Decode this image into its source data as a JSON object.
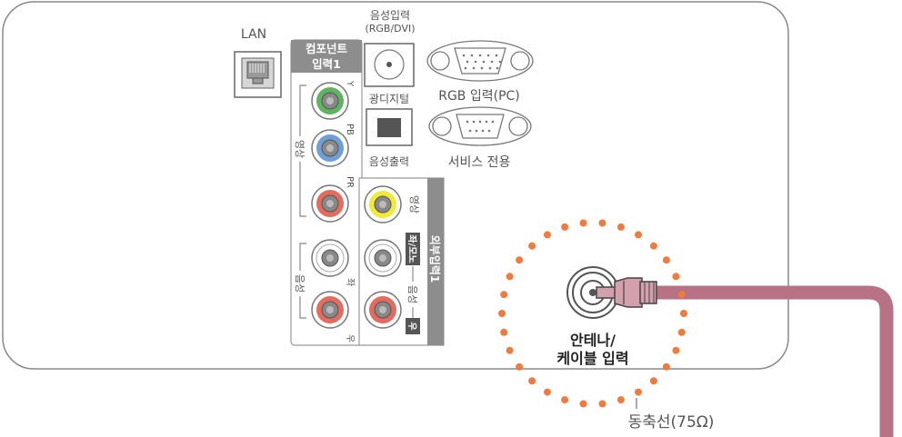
{
  "labels": {
    "lan": "LAN",
    "audio_in": "음성입력",
    "audio_in_sub": "(RGB/DVI)",
    "component_title_1": "컴포넌트",
    "component_title_2": "입력1",
    "optical": "광디지털",
    "audio_out": "음성출력",
    "rgb_in": "RGB 입력(PC)",
    "service": "서비스 전용",
    "video_vert": "영상",
    "audio_vert": "음성",
    "y": "Y",
    "pb": "PB",
    "pr": "PR",
    "left_small": "좌",
    "right_small": "우",
    "ext_video": "영상",
    "ext_mono": "좌/모노",
    "ext_audio": "음성",
    "ext_right": "우",
    "ext_title": "외부입력1",
    "antenna_1": "안테나/",
    "antenna_2": "케이블 입력",
    "coax": "동축선(75Ω)"
  },
  "colors": {
    "panel_border": "#8a8a8a",
    "jack_green": "#5fb55f",
    "jack_blue": "#6f9fd8",
    "jack_red": "#e46b5e",
    "jack_yellow": "#f0ea3a",
    "jack_white": "#ffffff",
    "cable": "#b87286",
    "dots": "#f07b3e",
    "label_bg": "#8d8d8d"
  }
}
